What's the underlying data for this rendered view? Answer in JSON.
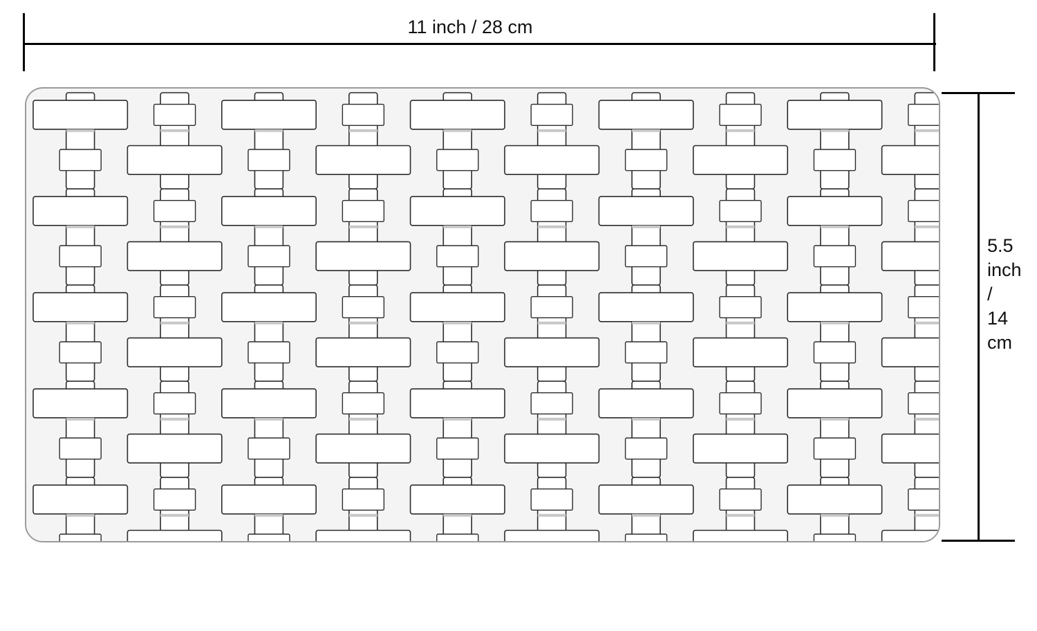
{
  "dimensions": {
    "width_label": "11 inch / 28 cm",
    "height_label": "5.5\ninch\n/\n14\ncm"
  },
  "product": {
    "pattern": "basket-weave crystal plate",
    "outline_color": "#2b2b2b",
    "highlight_color": "#ffffff",
    "shadow_color": "#c8c8c8"
  }
}
